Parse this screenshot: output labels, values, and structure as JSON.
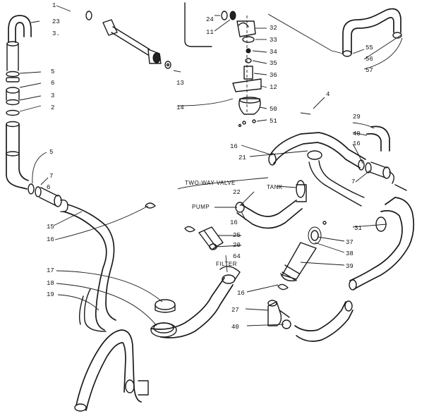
{
  "diagram": {
    "texts": {
      "two_way_valve": "TWO-WAY VALVE",
      "tank": "TANK",
      "pump": "PUMP",
      "filter": "FILTER"
    },
    "callouts": {
      "c1": "1",
      "c23": "23",
      "c3a": "3.",
      "c5a": "5",
      "c6": "6",
      "c3b": "3",
      "c2": "2",
      "c5b": "5",
      "c7a": "7",
      "c6b": "6",
      "c15": "15",
      "c16a": "16",
      "c17": "17",
      "c18": "18",
      "c19": "19",
      "c13": "13",
      "c14": "14",
      "c24": "24",
      "c11": "11",
      "c32": "32",
      "c33": "33",
      "c34": "34",
      "c35": "35",
      "c36": "36",
      "c12": "12",
      "c4": "4",
      "c50": "50",
      "c51": "51",
      "c55": "55",
      "c56": "56",
      "c57": "57",
      "c16b": "16",
      "c21": "21",
      "c29": "29",
      "c40a": "40",
      "c16c": "16",
      "c7b": "7",
      "c22": "22",
      "c16d": "16",
      "c25": "25",
      "c20": "20",
      "c64": "64",
      "c31": "31",
      "c37": "37",
      "c38": "38",
      "c39": "39",
      "c16e": "16",
      "c27": "27",
      "c40b": "40"
    }
  }
}
